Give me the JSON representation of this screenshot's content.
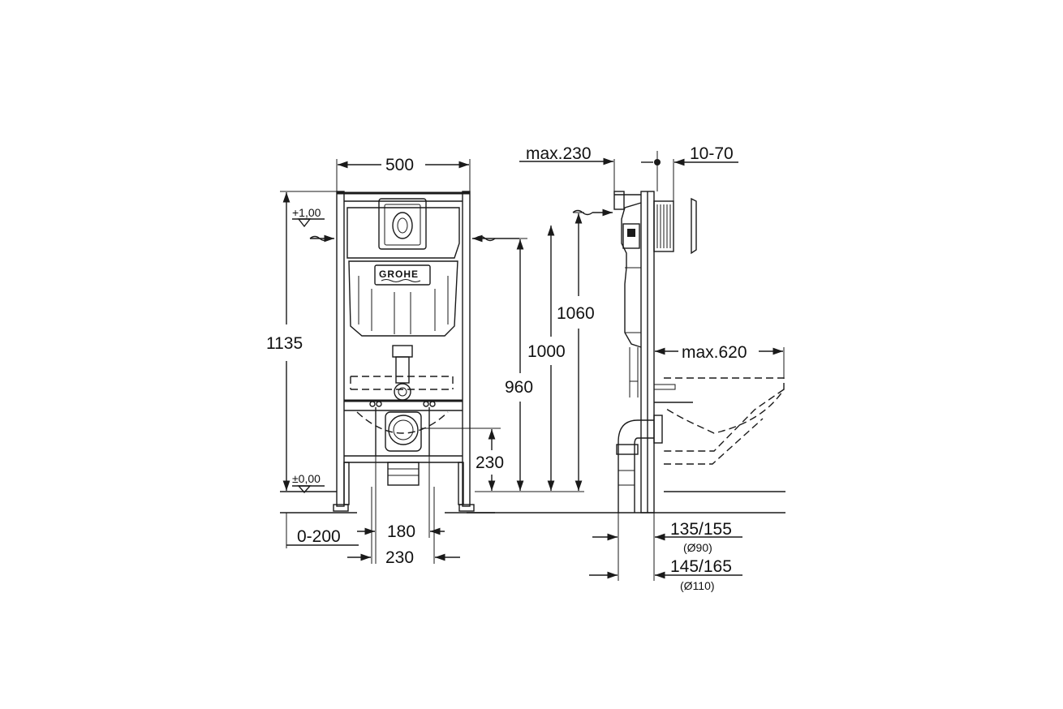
{
  "brand": "GROHE",
  "front_view": {
    "width_top": "500",
    "height_total": "1135",
    "level_top": "+1,00",
    "level_bottom": "±0,00",
    "height_1000": "1000",
    "height_960": "960",
    "height_230": "230",
    "offset_0_200": "0-200",
    "spacing_180": "180",
    "spacing_230": "230"
  },
  "side_view": {
    "max_230": "max.230",
    "range_10_70": "10-70",
    "height_1060": "1060",
    "max_620": "max.620",
    "dim_135_155": "135/155",
    "dia_90": "(Ø90)",
    "dim_145_165": "145/165",
    "dia_110": "(Ø110)"
  }
}
